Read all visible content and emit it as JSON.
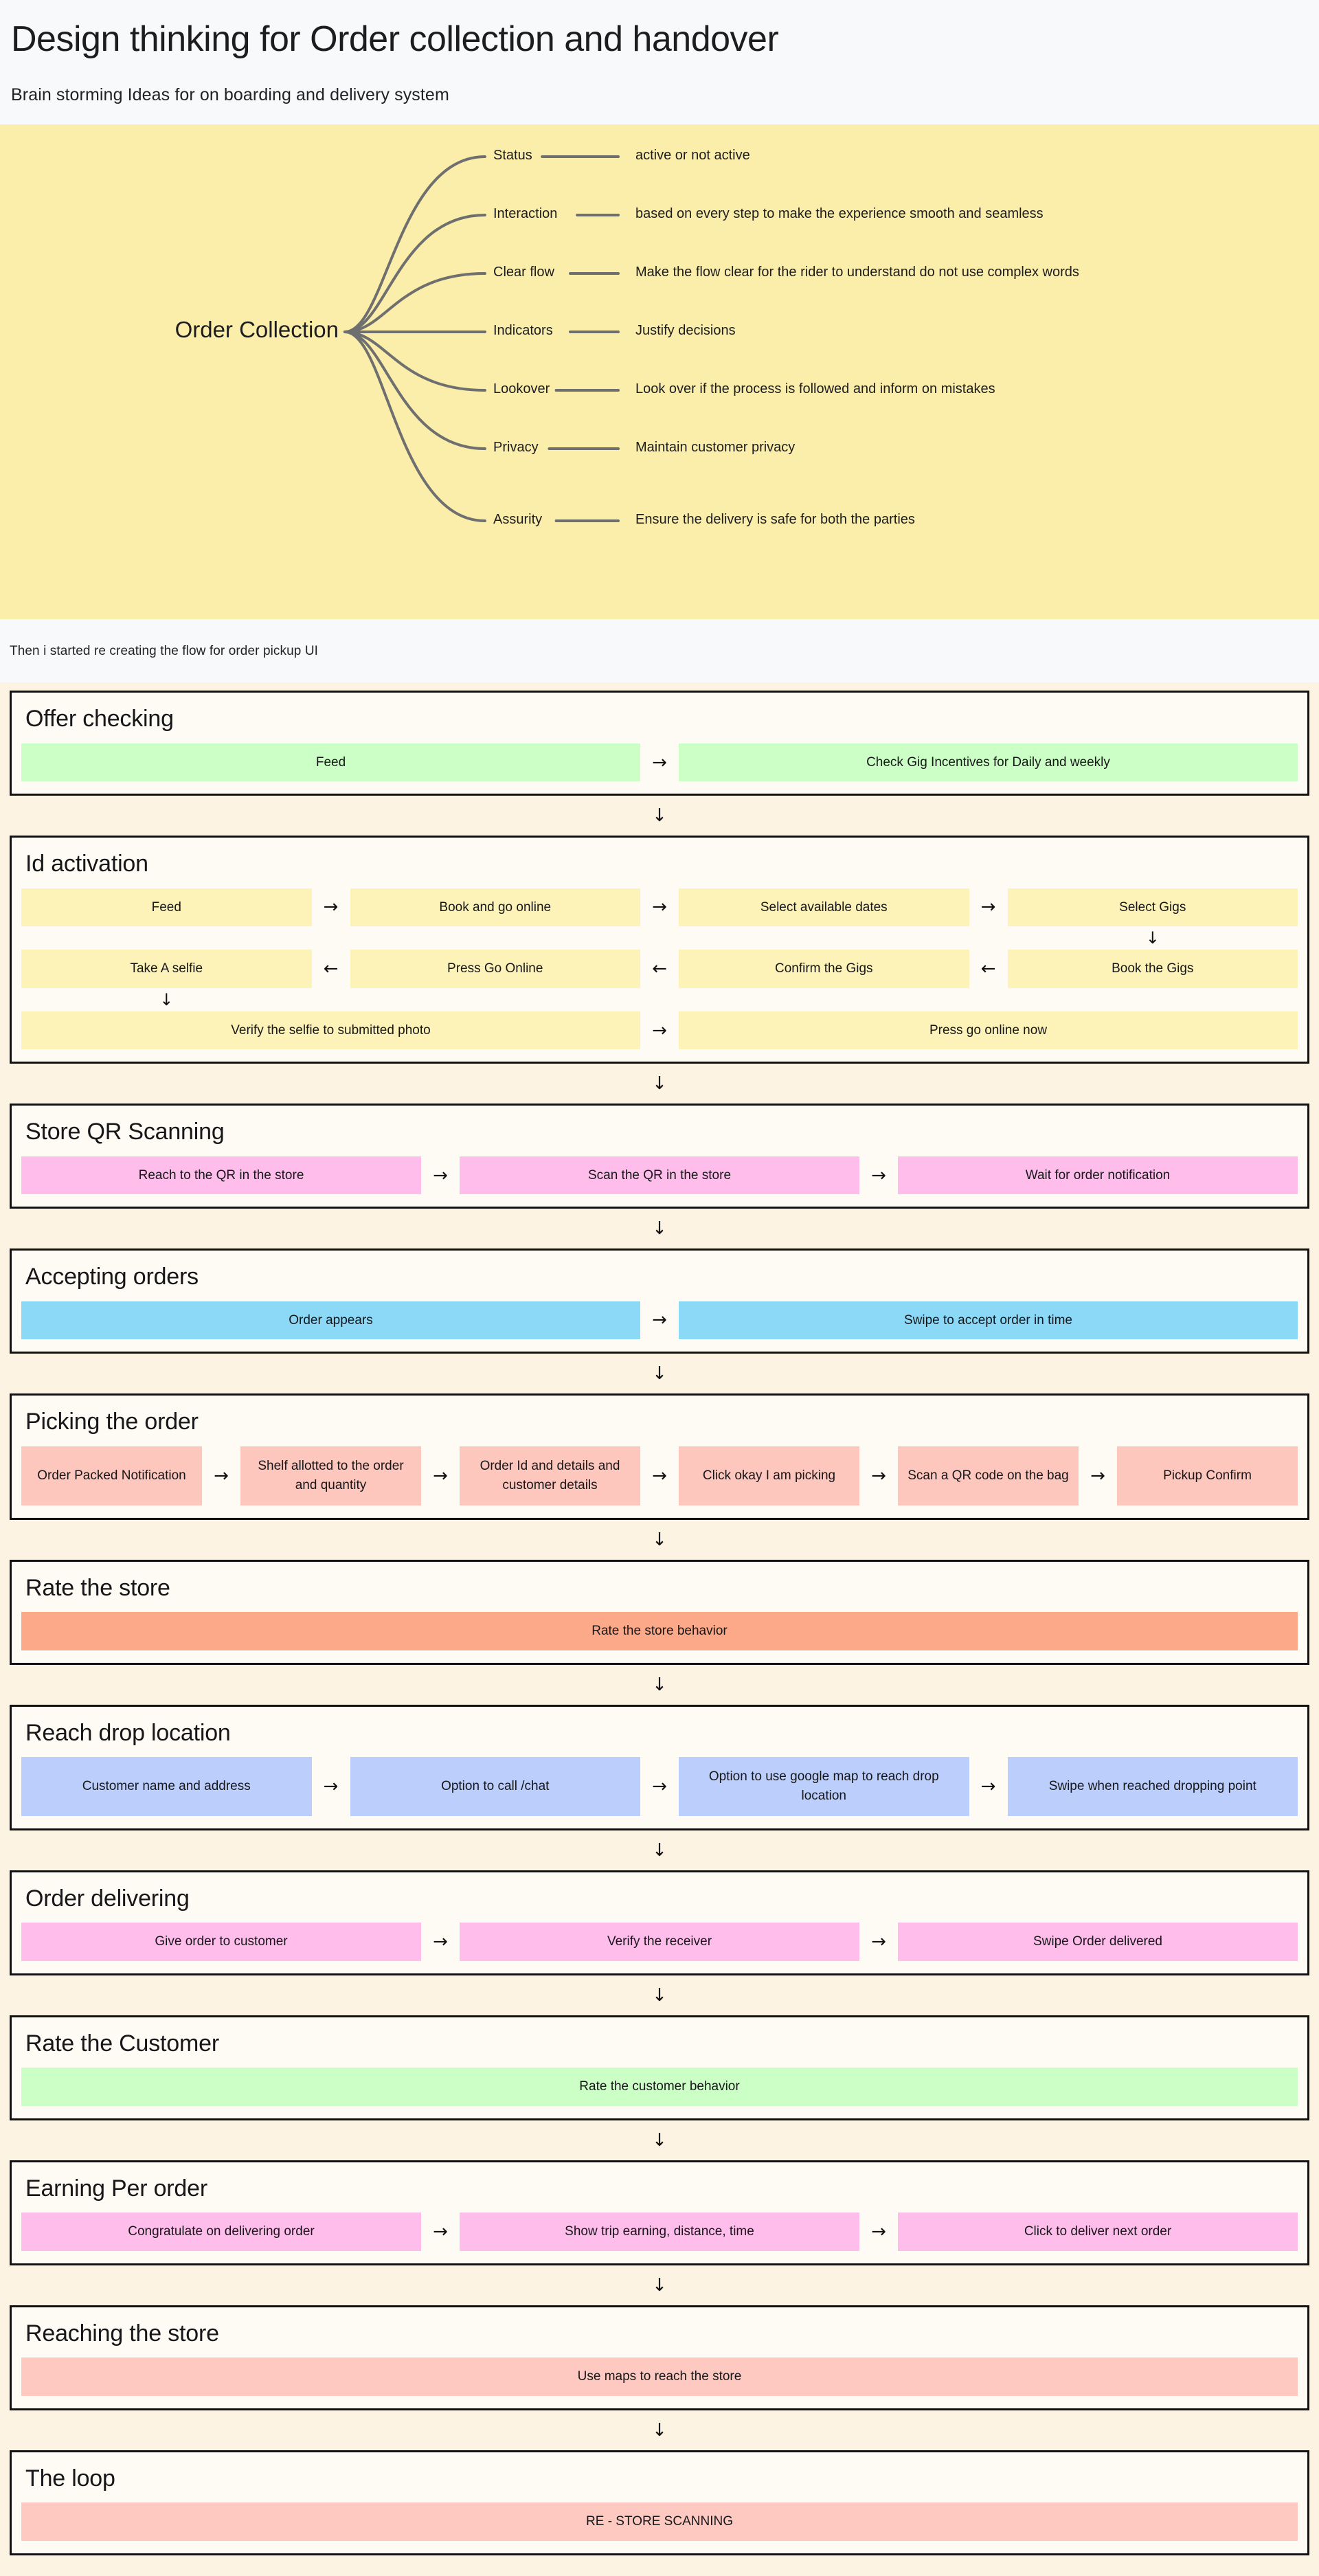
{
  "header": {
    "title": "Design thinking for Order collection and handover",
    "subtitle": "Brain storming Ideas for on boarding and delivery system"
  },
  "mindmap": {
    "root": "Order Collection",
    "branches": [
      {
        "label": "Status",
        "detail": "active or not active"
      },
      {
        "label": "Interaction",
        "detail": "based on every step to make the experience smooth and seamless"
      },
      {
        "label": "Clear flow",
        "detail": "Make the flow clear for the rider to understand do not use complex words"
      },
      {
        "label": "Indicators",
        "detail": "Justify decisions"
      },
      {
        "label": "Lookover",
        "detail": "Look over if the process is followed and inform on mistakes"
      },
      {
        "label": "Privacy",
        "detail": "Maintain customer privacy"
      },
      {
        "label": "Assurity",
        "detail": "Ensure the delivery is safe for both the parties"
      }
    ]
  },
  "note": "Then i started re creating the flow for order pickup UI",
  "arrows": {
    "right": "→",
    "left": "←",
    "down": "↓"
  },
  "colors": {
    "page_background": "#f8f9fb",
    "mindmap_background": "#fbeeab",
    "flow_background": "#fdf3e2",
    "section_background": "#fefbf4",
    "section_border": "#111111",
    "green": "#ccffc6",
    "yellow": "#fdf3b8",
    "pink": "#ffbdec",
    "blue": "#8bd8f7",
    "salmon": "#fdc7bd",
    "orange": "#fba988",
    "periwinkle": "#bccefb",
    "lightpink": "#fdc9c1"
  },
  "sections": [
    {
      "title": "Offer checking",
      "color": "c-green",
      "rows": [
        {
          "cells": [
            "Feed",
            "Check Gig Incentives for Daily and weekly"
          ],
          "arrows": [
            "right"
          ]
        }
      ]
    },
    {
      "title": "Id activation",
      "color": "c-yellow",
      "rows": [
        {
          "cells": [
            "Feed",
            "Book and go online",
            "Select available dates",
            "Select Gigs"
          ],
          "arrows": [
            "right",
            "right",
            "right"
          ]
        },
        {
          "down_after_index": 3
        },
        {
          "cells": [
            "Take A selfie",
            "Press Go Online",
            "Confirm the Gigs",
            "Book the Gigs"
          ],
          "arrows": [
            "left",
            "left",
            "left"
          ]
        },
        {
          "down_after_index": 0
        },
        {
          "cells": [
            "Verify the selfie to submitted photo",
            "Press go online now"
          ],
          "arrows": [
            "right"
          ]
        }
      ]
    },
    {
      "title": "Store QR Scanning",
      "color": "c-pink",
      "rows": [
        {
          "cells": [
            "Reach to the QR in the store",
            "Scan the QR in the store",
            "Wait for order notification"
          ],
          "arrows": [
            "right",
            "right"
          ]
        }
      ]
    },
    {
      "title": "Accepting orders",
      "color": "c-blue",
      "rows": [
        {
          "cells": [
            "Order appears",
            "Swipe to accept order in time"
          ],
          "arrows": [
            "right"
          ]
        }
      ]
    },
    {
      "title": "Picking the order",
      "color": "c-salmon",
      "rows": [
        {
          "tall": true,
          "cells": [
            "Order Packed Notification",
            "Shelf allotted to the order and quantity",
            "Order Id and details and customer details",
            "Click okay I am picking",
            "Scan a QR code on the bag",
            "Pickup Confirm"
          ],
          "arrows": [
            "right",
            "right",
            "right",
            "right",
            "right"
          ]
        }
      ]
    },
    {
      "title": "Rate the store",
      "color": "c-orange",
      "rows": [
        {
          "cells": [
            "Rate the store behavior"
          ],
          "arrows": []
        }
      ]
    },
    {
      "title": "Reach drop location",
      "color": "c-periwinkle",
      "rows": [
        {
          "tall": true,
          "cells": [
            "Customer name and address",
            "Option to call /chat",
            "Option to use google map to reach drop location",
            "Swipe when reached dropping point"
          ],
          "arrows": [
            "right",
            "right",
            "right"
          ]
        }
      ]
    },
    {
      "title": "Order delivering",
      "color": "c-pink",
      "rows": [
        {
          "cells": [
            "Give order to customer",
            "Verify the receiver",
            "Swipe Order delivered"
          ],
          "arrows": [
            "right",
            "right"
          ]
        }
      ]
    },
    {
      "title": "Rate the Customer",
      "color": "c-green",
      "rows": [
        {
          "cells": [
            "Rate the customer behavior"
          ],
          "arrows": []
        }
      ]
    },
    {
      "title": "Earning Per order",
      "color": "c-pink",
      "rows": [
        {
          "cells": [
            "Congratulate on delivering order",
            "Show trip earning, distance, time",
            "Click to deliver next order"
          ],
          "arrows": [
            "right",
            "right"
          ]
        }
      ]
    },
    {
      "title": "Reaching the store",
      "color": "c-lightpink",
      "rows": [
        {
          "cells": [
            "Use maps to reach the store"
          ],
          "arrows": []
        }
      ]
    },
    {
      "title": "The loop",
      "color": "c-lightpink",
      "rows": [
        {
          "cells": [
            "RE - STORE SCANNING"
          ],
          "arrows": []
        }
      ]
    }
  ]
}
